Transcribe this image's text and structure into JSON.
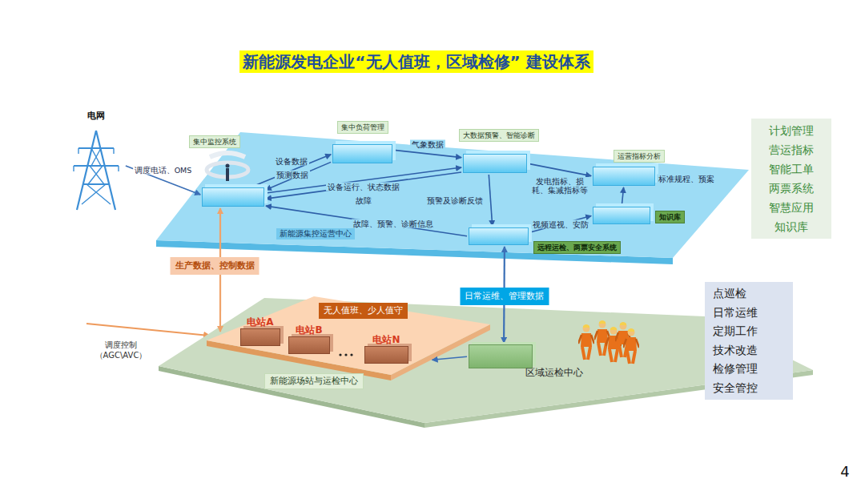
{
  "diagram": {
    "title": "新能源发电企业“无人值班，区域检修” 建设体系",
    "nodes": [
      {
        "text": [
          "电网"
        ]
      },
      {
        "text": [
          "新能源集控运营中心"
        ]
      },
      {
        "text": [
          "集中监控系统"
        ],
        "in": 1
      },
      {
        "text": [
          "集中负荷管理"
        ],
        "in": 1
      },
      {
        "text": [
          "大数据预警、智能诊断"
        ],
        "in": 1
      },
      {
        "text": [
          "运营指标分析"
        ],
        "in": 1
      },
      {
        "text": [
          "知识库"
        ],
        "in": 1
      },
      {
        "text": [
          "远程运检、两票安全系统"
        ],
        "in": 1
      },
      {
        "text": [
          "计划管理",
          "营运指标",
          "智能工单",
          "两票系统",
          "智慧应用",
          "知识库"
        ]
      },
      {
        "text": [
          "新能源场站与运检中心"
        ]
      },
      {
        "text": [
          "无人值班、少人值守"
        ],
        "in": 9
      },
      {
        "text": [
          "电站A"
        ],
        "in": 10
      },
      {
        "text": [
          "电站B"
        ],
        "in": 10
      },
      {
        "text": [
          "电站N"
        ],
        "in": 10
      },
      {
        "text": [
          "区域运检中心"
        ],
        "in": 9
      },
      {
        "text": [
          "点巡检",
          "日常运维",
          "定期工作",
          "技术改造",
          "检修管理",
          "安全管控"
        ]
      }
    ],
    "edges": [
      {
        "from": 0,
        "to": 2,
        "arrow": "to",
        "label": "调度电话、OMS"
      },
      {
        "from": 2,
        "to": 3,
        "arrow": "to",
        "label": "设备数据"
      },
      {
        "from": 3,
        "to": 2,
        "arrow": "to",
        "label": "预测数据"
      },
      {
        "from": 3,
        "to": 4,
        "arrow": "to",
        "label": "气象数据"
      },
      {
        "from": 2,
        "to": 4,
        "arrow": "to",
        "label": "设备运行、状态数据"
      },
      {
        "from": 4,
        "to": 7,
        "arrow": "to",
        "label": "预警及诊断反馈"
      },
      {
        "from": 7,
        "to": 2,
        "arrow": "to",
        "label": "故障、预警、诊断信息"
      },
      {
        "from": 4,
        "to": 2,
        "arrow": "to",
        "label": "故障"
      },
      {
        "from": 4,
        "to": 5,
        "arrow": "to",
        "label": "发电指标、损耗、集减指标等"
      },
      {
        "from": 6,
        "to": 5,
        "arrow": "to",
        "label": "标准规程、预案"
      },
      {
        "from": 7,
        "to": 6,
        "arrow": "to",
        "label": "视频巡视、安防"
      },
      {
        "from": 10,
        "to": 2,
        "arrow": "both",
        "label": "生产数据、控制数据"
      },
      {
        "from": 7,
        "to": 14,
        "arrow": "both",
        "label": "日常运维、管理数据"
      },
      {
        "from": 14,
        "to": 10,
        "arrow": "to"
      }
    ],
    "labels": [
      "调度控制（AGC\\AVC）",
      "4"
    ]
  }
}
